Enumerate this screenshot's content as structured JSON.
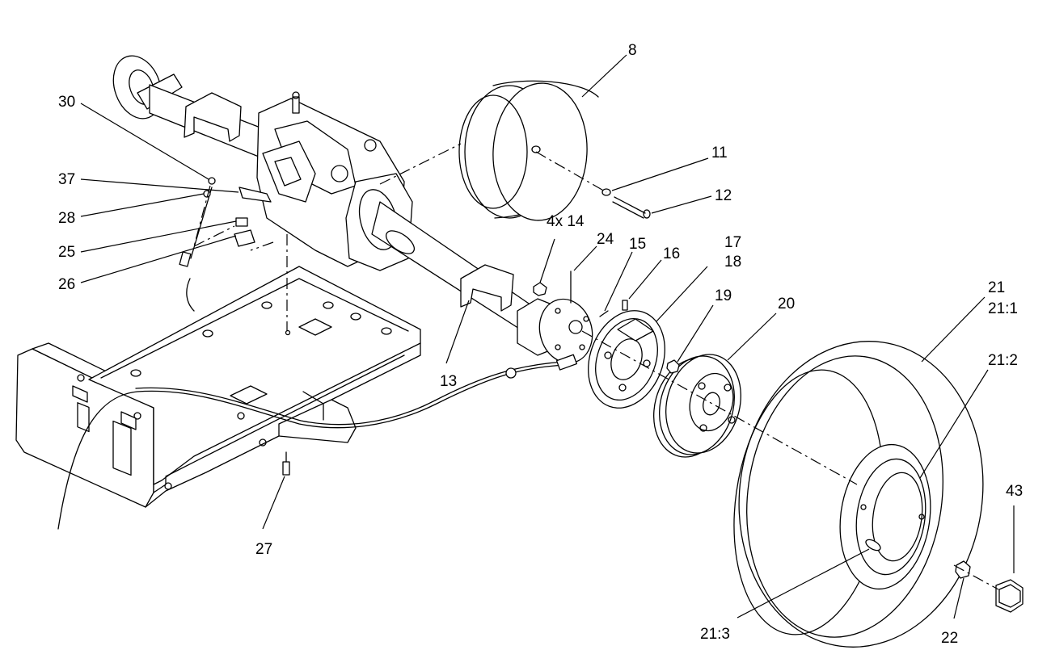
{
  "callouts": {
    "c8": "8",
    "c11": "11",
    "c12": "12",
    "c13": "13",
    "c4x14": "4x 14",
    "c15": "15",
    "c16": "16",
    "c17": "17",
    "c18": "18",
    "c19": "19",
    "c20": "20",
    "c21": "21",
    "c21_1": "21:1",
    "c21_2": "21:2",
    "c21_3": "21:3",
    "c22": "22",
    "c24": "24",
    "c25": "25",
    "c26": "26",
    "c27": "27",
    "c28": "28",
    "c30": "30",
    "c37": "37",
    "c43": "43"
  }
}
